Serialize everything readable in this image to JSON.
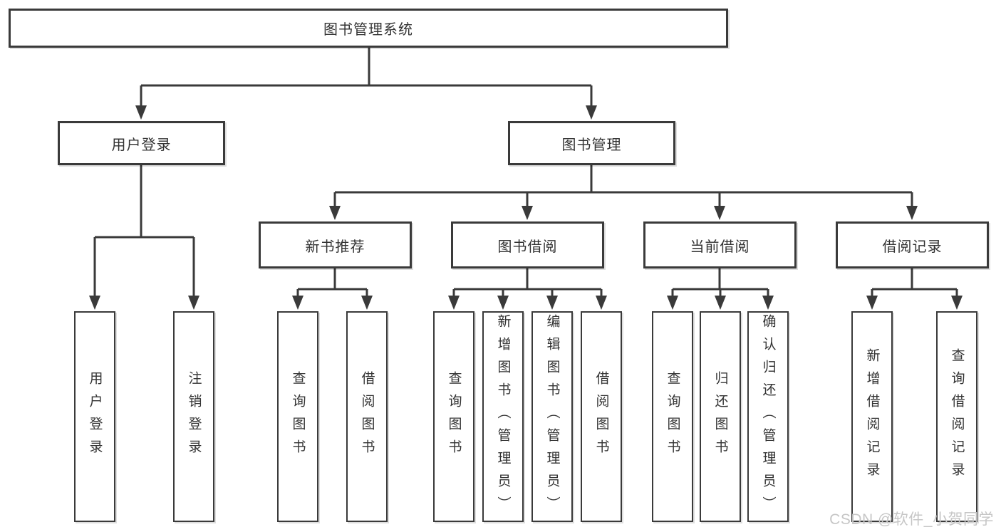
{
  "nodes": {
    "root": "图书管理系统",
    "level1": [
      "用户登录",
      "图书管理"
    ],
    "level2": [
      "新书推荐",
      "图书借阅",
      "当前借阅",
      "借阅记录"
    ],
    "leaves_user": [
      "用户登录",
      "注销登录"
    ],
    "leaves_newbook": [
      "查询图书",
      "借阅图书"
    ],
    "leaves_borrow": [
      "查询图书",
      "新增图书（管理员）",
      "编辑图书（管理员）",
      "借阅图书"
    ],
    "leaves_current": [
      "查询图书",
      "归还图书",
      "确认归还（管理员）"
    ],
    "leaves_records": [
      "新增借阅记录",
      "查询借阅记录"
    ]
  },
  "watermark": "CSDN @软件_小贺同学",
  "colors": {
    "line": "#3a3a3a",
    "text": "#333333",
    "box_background": "#ffffff",
    "watermark": "#c6c6c6",
    "background": "#ffffff"
  }
}
